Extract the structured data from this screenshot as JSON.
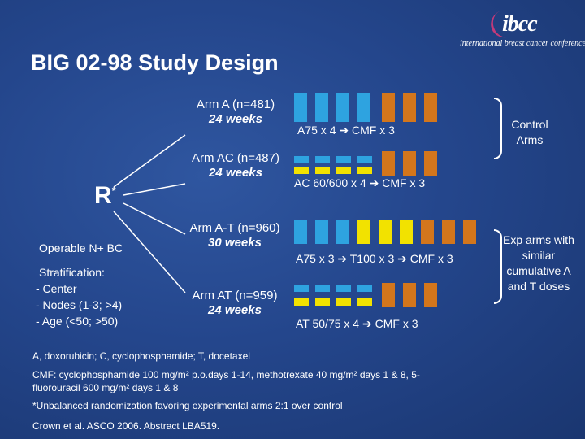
{
  "title": "BIG 02-98 Study Design",
  "logo": {
    "wordmark": "ibcc",
    "tagline": "international breast cancer conference"
  },
  "colors": {
    "background": "#24468c",
    "blue_block": "#2ea3e0",
    "orange_block": "#d3761c",
    "yellow_block": "#f2e200"
  },
  "randomization": {
    "letter": "R",
    "marker": "*"
  },
  "population": {
    "label": "Operable N+ BC",
    "stratification_title": "Stratification:",
    "items": [
      "- Center",
      "- Nodes (1-3; >4)",
      "- Age (<50; >50)"
    ]
  },
  "arms": [
    {
      "name": "Arm A (n=481)",
      "duration": "24 weeks",
      "regimen_a": "A75 x 4",
      "arrow": "➔",
      "regimen_b": "CMF x 3"
    },
    {
      "name": "Arm AC (n=487)",
      "duration": "24 weeks",
      "regimen_a": "AC 60/600 x 4",
      "arrow": "➔",
      "regimen_b": "CMF x 3"
    },
    {
      "name": "Arm A-T (n=960)",
      "duration": "30 weeks",
      "regimen_a": "A75 x 3",
      "arrow": "➔",
      "regimen_b": "T100 x 3",
      "arrow2": "➔",
      "regimen_c": "CMF x 3"
    },
    {
      "name": "Arm AT (n=959)",
      "duration": "24 weeks",
      "regimen_a": "AT 50/75 x 4",
      "arrow": "➔",
      "regimen_b": "CMF x 3"
    }
  ],
  "side_labels": {
    "control": "Control Arms",
    "experimental": "Exp arms with similar cumulative A and T doses"
  },
  "footnotes": {
    "abbrev": "A, doxorubicin; C, cyclophosphamide; T, docetaxel",
    "cmf_line1": "CMF: cyclophosphamide 100 mg/m² p.o.days 1-14, methotrexate 40 mg/m² days 1 & 8,  5-",
    "cmf_line2": "fluorouracil 600 mg/m² days 1 & 8",
    "unbalanced": "*Unbalanced randomization favoring experimental arms 2:1 over control",
    "citation": "Crown et al. ASCO 2006. Abstract LBA519."
  }
}
